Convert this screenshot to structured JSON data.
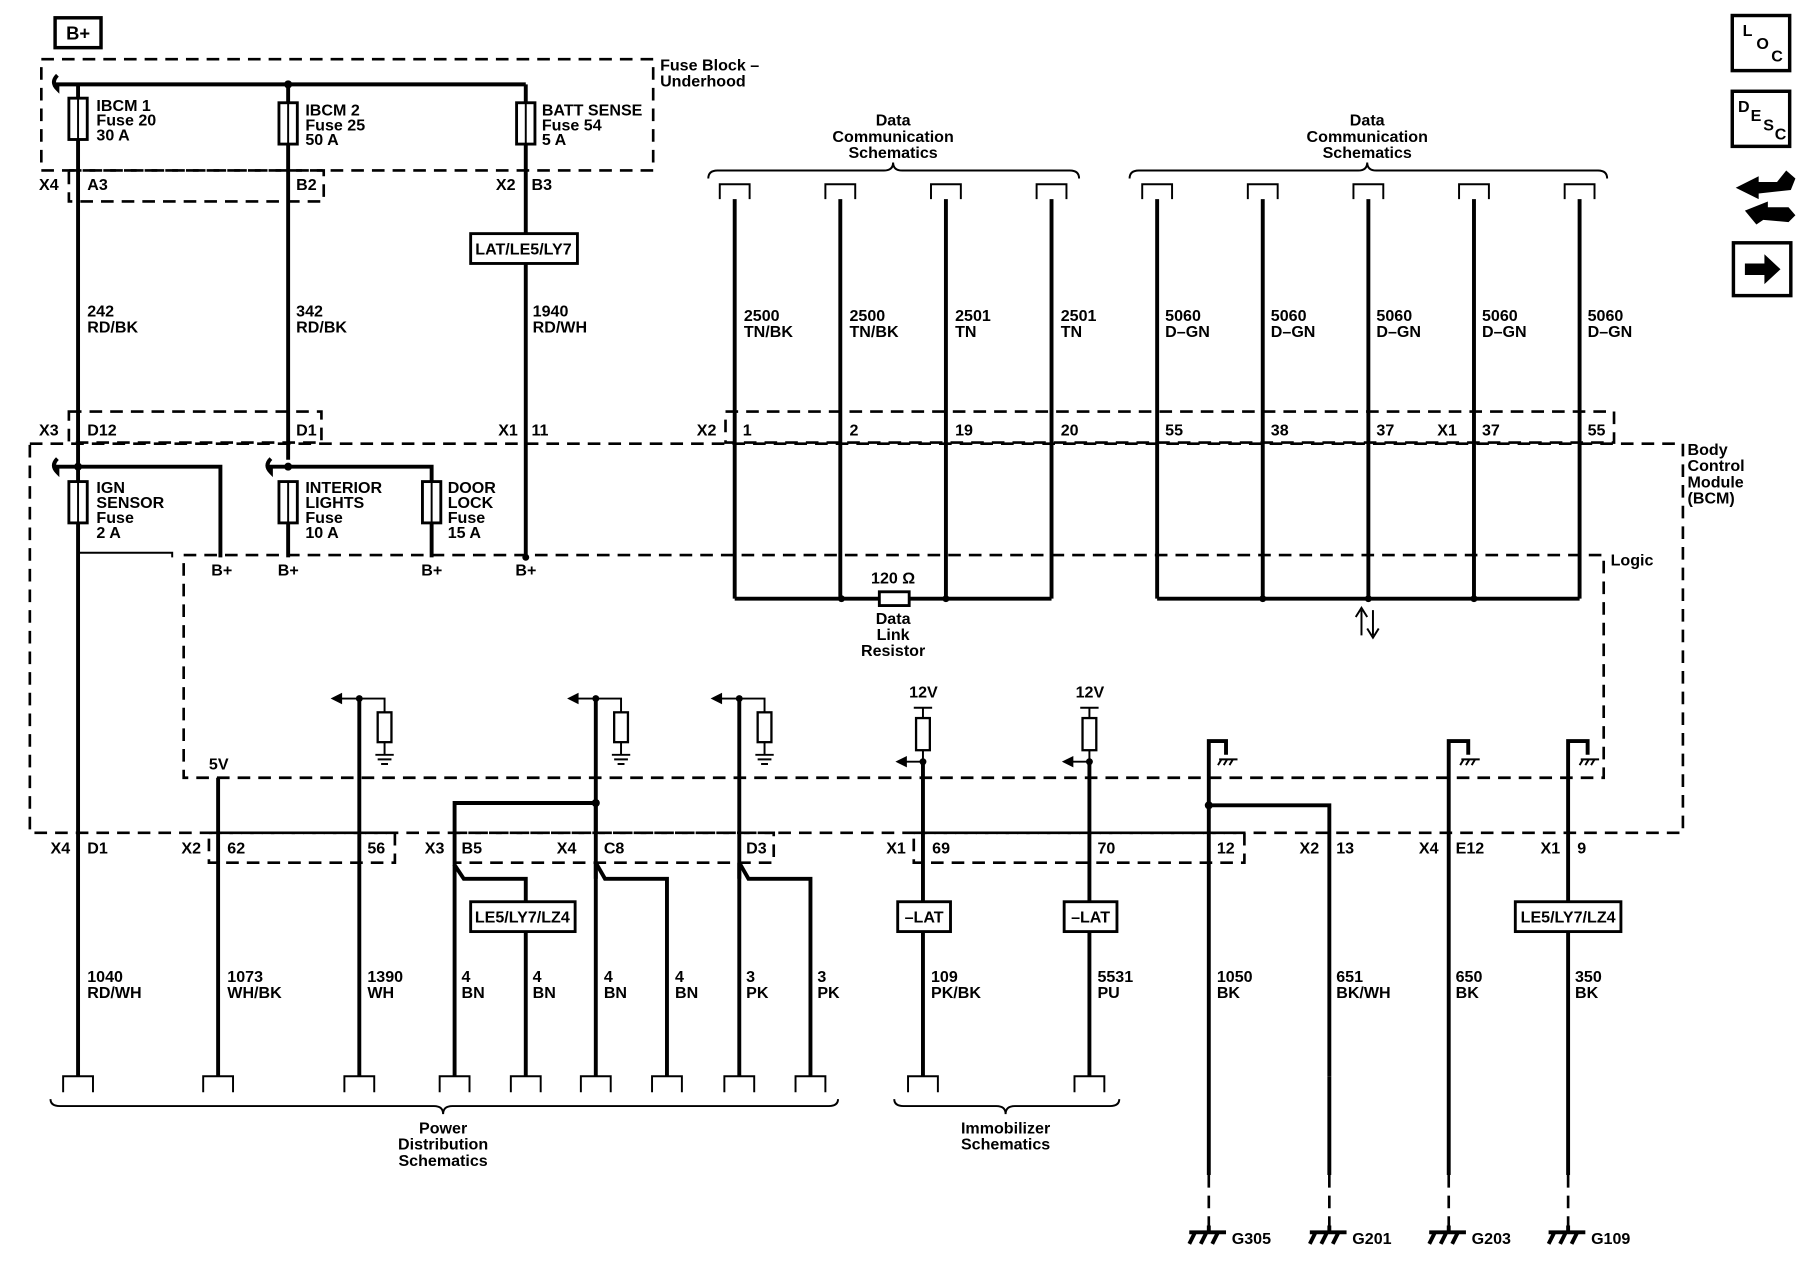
{
  "badge": "B+",
  "fuse_block_label": [
    "Fuse Block –",
    "Underhood"
  ],
  "bcm_label": [
    "Body",
    "Control",
    "Module",
    "(BCM)"
  ],
  "logic_label": "Logic",
  "fuses_top": [
    {
      "lines": [
        "IBCM 1",
        "Fuse 20",
        "30 A"
      ]
    },
    {
      "lines": [
        "IBCM 2",
        "Fuse 25",
        "50 A"
      ]
    },
    {
      "lines": [
        "BATT SENSE",
        "Fuse 54",
        "5 A"
      ]
    }
  ],
  "fuses_bcm": [
    {
      "lines": [
        "IGN",
        "SENSOR",
        "Fuse",
        "2 A"
      ]
    },
    {
      "lines": [
        "INTERIOR",
        "LIGHTS",
        "Fuse",
        "10 A"
      ]
    },
    {
      "lines": [
        "DOOR",
        "LOCK",
        "Fuse",
        "15 A"
      ]
    }
  ],
  "top_connectors": [
    {
      "conn": "X4",
      "pin": "A3"
    },
    {
      "conn": "",
      "pin": "B2"
    },
    {
      "conn": "X2",
      "pin": "B3"
    }
  ],
  "option_labels": {
    "batt": "LAT/LE5/LY7",
    "bn": "LE5/LY7/LZ4",
    "g109": "LE5/LY7/LZ4",
    "pk": "–LAT",
    "pu": "–LAT"
  },
  "upper_wires": [
    {
      "circuit": "242",
      "color": "RD/BK"
    },
    {
      "circuit": "342",
      "color": "RD/BK"
    },
    {
      "circuit": "1940",
      "color": "RD/WH"
    },
    {
      "circuit": "2500",
      "color": "TN/BK"
    },
    {
      "circuit": "2500",
      "color": "TN/BK"
    },
    {
      "circuit": "2501",
      "color": "TN"
    },
    {
      "circuit": "2501",
      "color": "TN"
    },
    {
      "circuit": "5060",
      "color": "D–GN"
    },
    {
      "circuit": "5060",
      "color": "D–GN"
    },
    {
      "circuit": "5060",
      "color": "D–GN"
    },
    {
      "circuit": "5060",
      "color": "D–GN"
    },
    {
      "circuit": "5060",
      "color": "D–GN"
    }
  ],
  "bcm_top_connectors": [
    {
      "conn": "X3",
      "pin": "D12"
    },
    {
      "conn": "",
      "pin": "D1"
    },
    {
      "conn": "X1",
      "pin": "11"
    },
    {
      "conn": "X2",
      "pin": "1"
    },
    {
      "conn": "",
      "pin": "2"
    },
    {
      "conn": "",
      "pin": "19"
    },
    {
      "conn": "",
      "pin": "20"
    },
    {
      "conn": "",
      "pin": "55"
    },
    {
      "conn": "",
      "pin": "38"
    },
    {
      "conn": "",
      "pin": "37"
    },
    {
      "conn": "X1",
      "pin": "37"
    },
    {
      "conn": "",
      "pin": "55"
    }
  ],
  "bplus": "B+",
  "five_v": "5V",
  "twelve_v": "12V",
  "resistor": {
    "value": "120 Ω",
    "label": [
      "Data",
      "Link",
      "Resistor"
    ]
  },
  "data_comm_label": [
    "Data",
    "Communication",
    "Schematics"
  ],
  "bottom_connectors": [
    {
      "conn": "X4",
      "pin": "D1"
    },
    {
      "conn": "X2",
      "pin": "62"
    },
    {
      "conn": "",
      "pin": "56"
    },
    {
      "conn": "X3",
      "pin": "B5"
    },
    {
      "conn": "X4",
      "pin": "C8"
    },
    {
      "conn": "",
      "pin": "D3"
    },
    {
      "conn": "X1",
      "pin": "69"
    },
    {
      "conn": "",
      "pin": "70"
    },
    {
      "conn": "",
      "pin": "12"
    },
    {
      "conn": "X2",
      "pin": "13"
    },
    {
      "conn": "X4",
      "pin": "E12"
    },
    {
      "conn": "X1",
      "pin": "9"
    }
  ],
  "lower_wires": [
    {
      "circuit": "1040",
      "color": "RD/WH"
    },
    {
      "circuit": "1073",
      "color": "WH/BK"
    },
    {
      "circuit": "1390",
      "color": "WH"
    },
    {
      "circuit": "4",
      "color": "BN"
    },
    {
      "circuit": "4",
      "color": "BN"
    },
    {
      "circuit": "4",
      "color": "BN"
    },
    {
      "circuit": "4",
      "color": "BN"
    },
    {
      "circuit": "3",
      "color": "PK"
    },
    {
      "circuit": "3",
      "color": "PK"
    },
    {
      "circuit": "109",
      "color": "PK/BK"
    },
    {
      "circuit": "5531",
      "color": "PU"
    },
    {
      "circuit": "1050",
      "color": "BK"
    },
    {
      "circuit": "651",
      "color": "BK/WH"
    },
    {
      "circuit": "650",
      "color": "BK"
    },
    {
      "circuit": "350",
      "color": "BK"
    }
  ],
  "power_dist_label": [
    "Power",
    "Distribution",
    "Schematics"
  ],
  "immobilizer_label": [
    "Immobilizer",
    "Schematics"
  ],
  "grounds": [
    "G305",
    "G201",
    "G203",
    "G109"
  ],
  "nav": {
    "loc": [
      "L",
      "O",
      "C"
    ],
    "desc": [
      "D",
      "E",
      "S",
      "C"
    ],
    "connector_icon": "connector-icon",
    "next_icon": "next-arrow-icon"
  }
}
